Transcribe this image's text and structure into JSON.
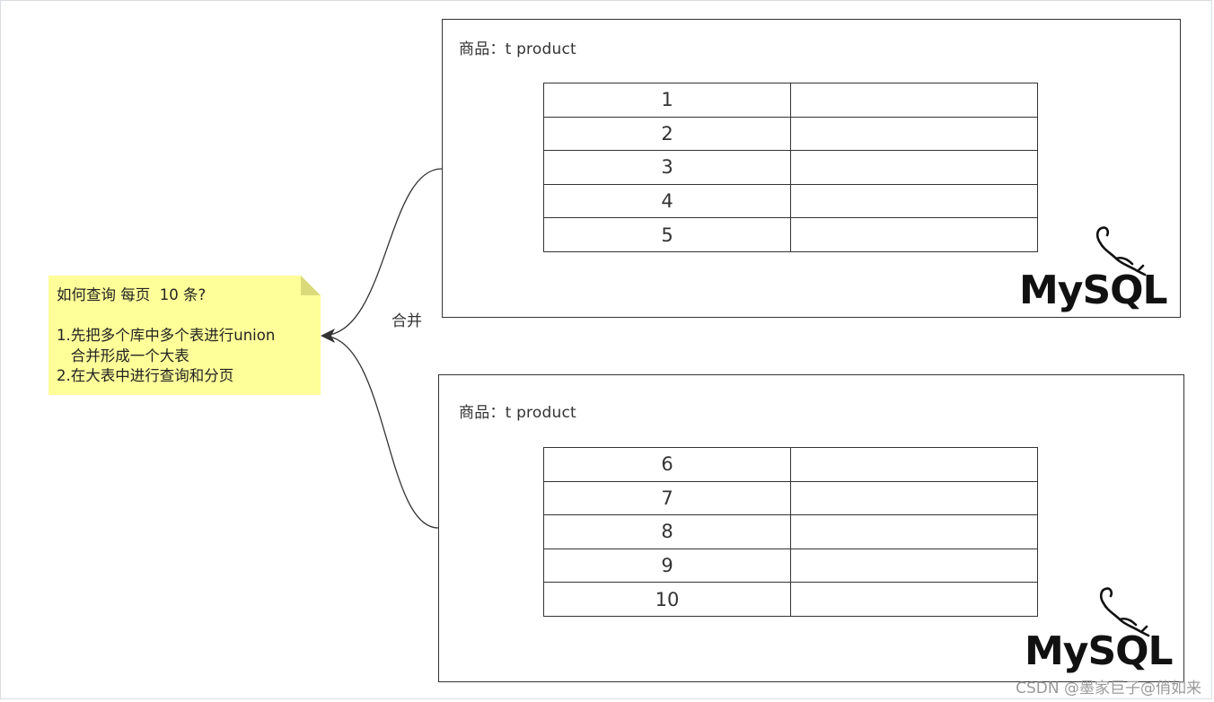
{
  "databases": [
    {
      "title": "商品：t product",
      "rows": [
        [
          "1",
          ""
        ],
        [
          "2",
          ""
        ],
        [
          "3",
          ""
        ],
        [
          "4",
          ""
        ],
        [
          "5",
          ""
        ]
      ],
      "logo": "MySQL"
    },
    {
      "title": "商品：t product",
      "rows": [
        [
          "6",
          ""
        ],
        [
          "7",
          ""
        ],
        [
          "8",
          ""
        ],
        [
          "9",
          ""
        ],
        [
          "10",
          ""
        ]
      ],
      "logo": "MySQL"
    }
  ],
  "note": {
    "text": "如何查询 每页  10 条?\n\n1.先把多个库中多个表进行union\n   合并形成一个大表\n2.在大表中进行查询和分页",
    "color": "#ffff99"
  },
  "connector_label": "合并",
  "watermark": "CSDN @墨家巨子@俏如来"
}
